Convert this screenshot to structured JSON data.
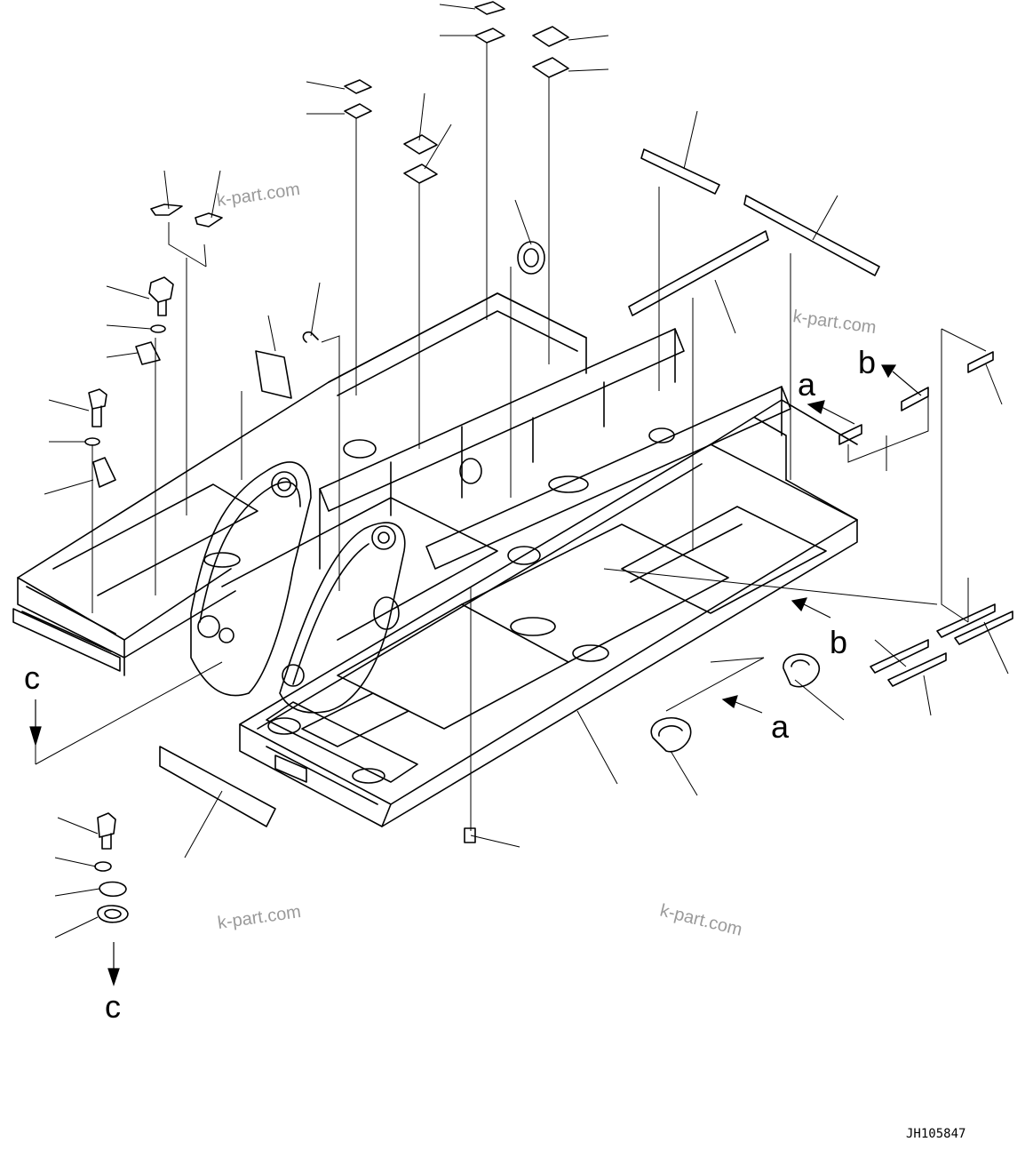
{
  "diagram": {
    "view_labels": {
      "a": "a",
      "b": "b",
      "c": "c"
    },
    "watermark": "k-part.com",
    "drawing_code": "JH105847",
    "colors": {
      "line": "#000000",
      "background": "#ffffff",
      "watermark": "#9a9a9a"
    }
  }
}
